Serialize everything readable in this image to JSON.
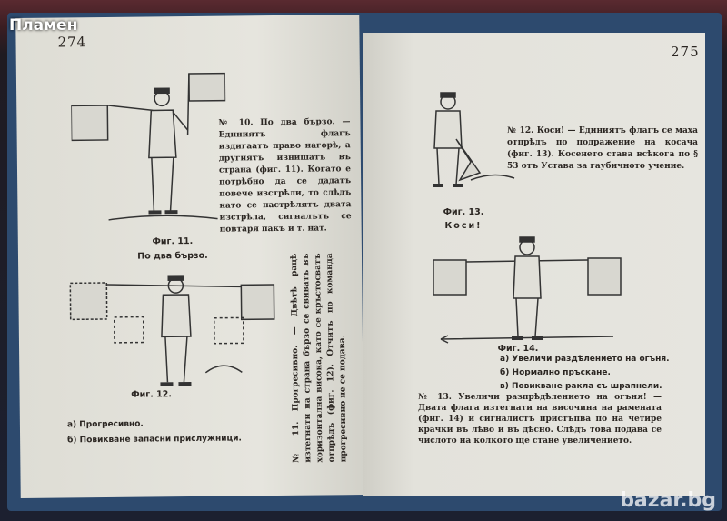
{
  "watermark": "Пламен",
  "logo": "bazar.bg",
  "left_page": {
    "page_number": "274",
    "para10": "№ 10. По два бързо. — Единиятъ флагъ издигаатъ право нагорѣ, а другиятъ изнишатъ въ страна (фиг. 11). Когато е потрѣбно да се дадатъ повече изстрѣли, то слѣдъ като се настрѣлятъ двата изстрѣла, сигналътъ се повтаря пакъ и т. нат.",
    "fig11_caption": "Фиг. 11.",
    "fig11_title": "По два бързо.",
    "para11": "№ 11. Прогресивно. — Двѣтѣ рацѣ изтегнати на страна бързо се свиватъ въ хоризонтална висока, като се кръстосватъ отпрѣдъ (фиг. 12). Отчитъ по команда прогресивно не се подава.",
    "fig12_caption": "Фиг. 12.",
    "fig12_items": [
      "а) Прогресивно.",
      "б) Повикване запасни прислужници."
    ]
  },
  "right_page": {
    "page_number": "275",
    "para12": "№ 12. Коси! — Единиятъ флагъ се маха отпрѣдъ по подражение на косача (фиг. 13). Косенето става всѣкога по § 53 отъ Устава за гаубичното учение.",
    "fig13_caption": "Фиг. 13.",
    "fig13_title": "Коси!",
    "fig14_caption": "Фиг. 14.",
    "fig14_items": [
      "а) Увеличи раздѣлението на огъня.",
      "б) Нормално пръскане.",
      "в) Повикване ракла съ шрапнели."
    ],
    "para13": "№ 13. Увеличи разпрѣдѣлението на огъня! — Двата флага изтегнати на височина на рамената (фиг. 14) и сигналистъ пристъпва по на четире крачки въ лѣво и въ дѣсно. Слѣдъ това подава се числото на колкото ще стане увеличението."
  }
}
